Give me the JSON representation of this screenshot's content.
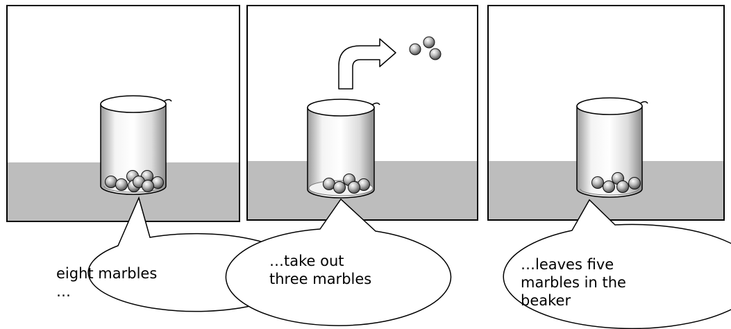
{
  "panels": [
    {
      "marble_count": 8,
      "caption_lines": [
        "eight marbles",
        "…"
      ]
    },
    {
      "marble_count": 5,
      "removed_count": 3,
      "caption_lines": [
        "…take out",
        "three marbles"
      ]
    },
    {
      "marble_count": 5,
      "caption_lines": [
        "…leaves five",
        "marbles in the",
        "beaker"
      ]
    }
  ],
  "colors": {
    "floor": "#bdbdbd",
    "outline": "#000000",
    "background": "#ffffff"
  }
}
